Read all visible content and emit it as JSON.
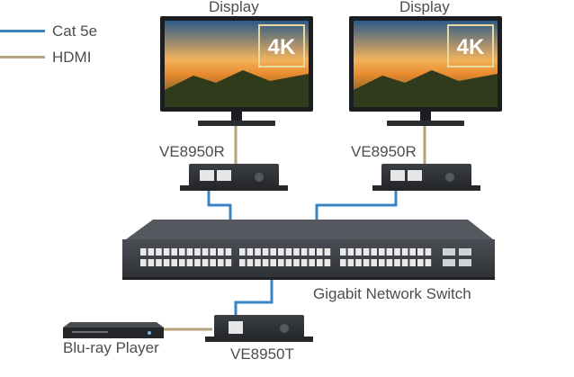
{
  "legend": [
    {
      "label": "Cat 5e",
      "color": "#3b84c4"
    },
    {
      "label": "HDMI",
      "color": "#b6a57c"
    }
  ],
  "displays": [
    {
      "label": "Display",
      "badge": "4K"
    },
    {
      "label": "Display",
      "badge": "4K"
    }
  ],
  "receivers": [
    {
      "label": "VE8950R"
    },
    {
      "label": "VE8950R"
    }
  ],
  "switch": {
    "label": "Gigabit Network Switch"
  },
  "transmitter": {
    "label": "VE8950T"
  },
  "source": {
    "label": "Blu-ray Player"
  },
  "colors": {
    "cat5e": "#3b84c4",
    "hdmi": "#b6a57c",
    "device_body": "#2d2f33",
    "switch_body": "#3a3d42"
  }
}
